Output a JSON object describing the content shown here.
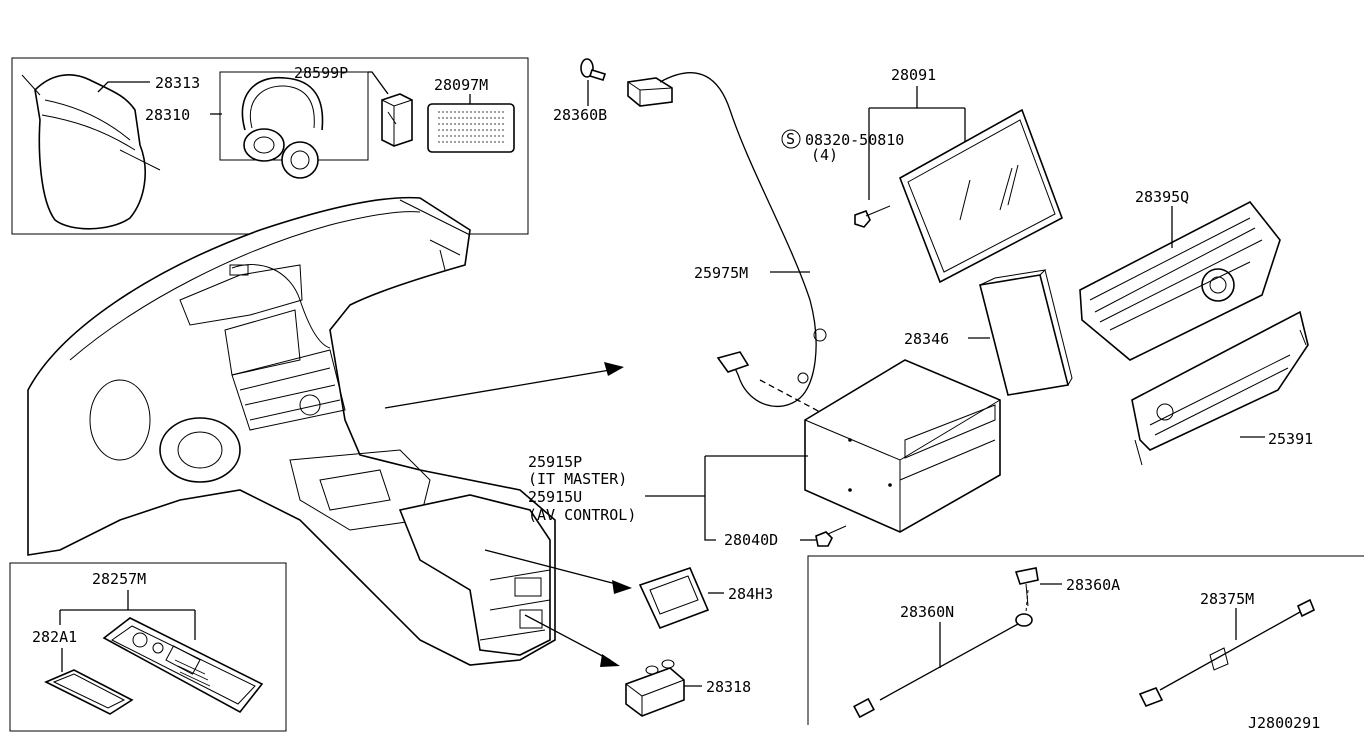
{
  "diagram_id": "J2800291",
  "labels": {
    "p28313": "28313",
    "p28310": "28310",
    "p28599P": "28599P",
    "p28097M": "28097M",
    "p28360B": "28360B",
    "p08320": "08320-50810",
    "p08320_qty": "(4)",
    "p08320_prefix": "S",
    "p28091": "28091",
    "p28395Q": "28395Q",
    "p25975M": "25975M",
    "p28346": "28346",
    "p25391": "25391",
    "p25915P": "25915P",
    "p25915P_note": "(IT MASTER)",
    "p25915U": "25915U",
    "p25915U_note": "(AV CONTROL)",
    "p28040D": "28040D",
    "p284H3": "284H3",
    "p28318": "28318",
    "p28257M": "28257M",
    "p282A1": "282A1",
    "p28360A": "28360A",
    "p28360N": "28360N",
    "p28375M": "28375M"
  }
}
